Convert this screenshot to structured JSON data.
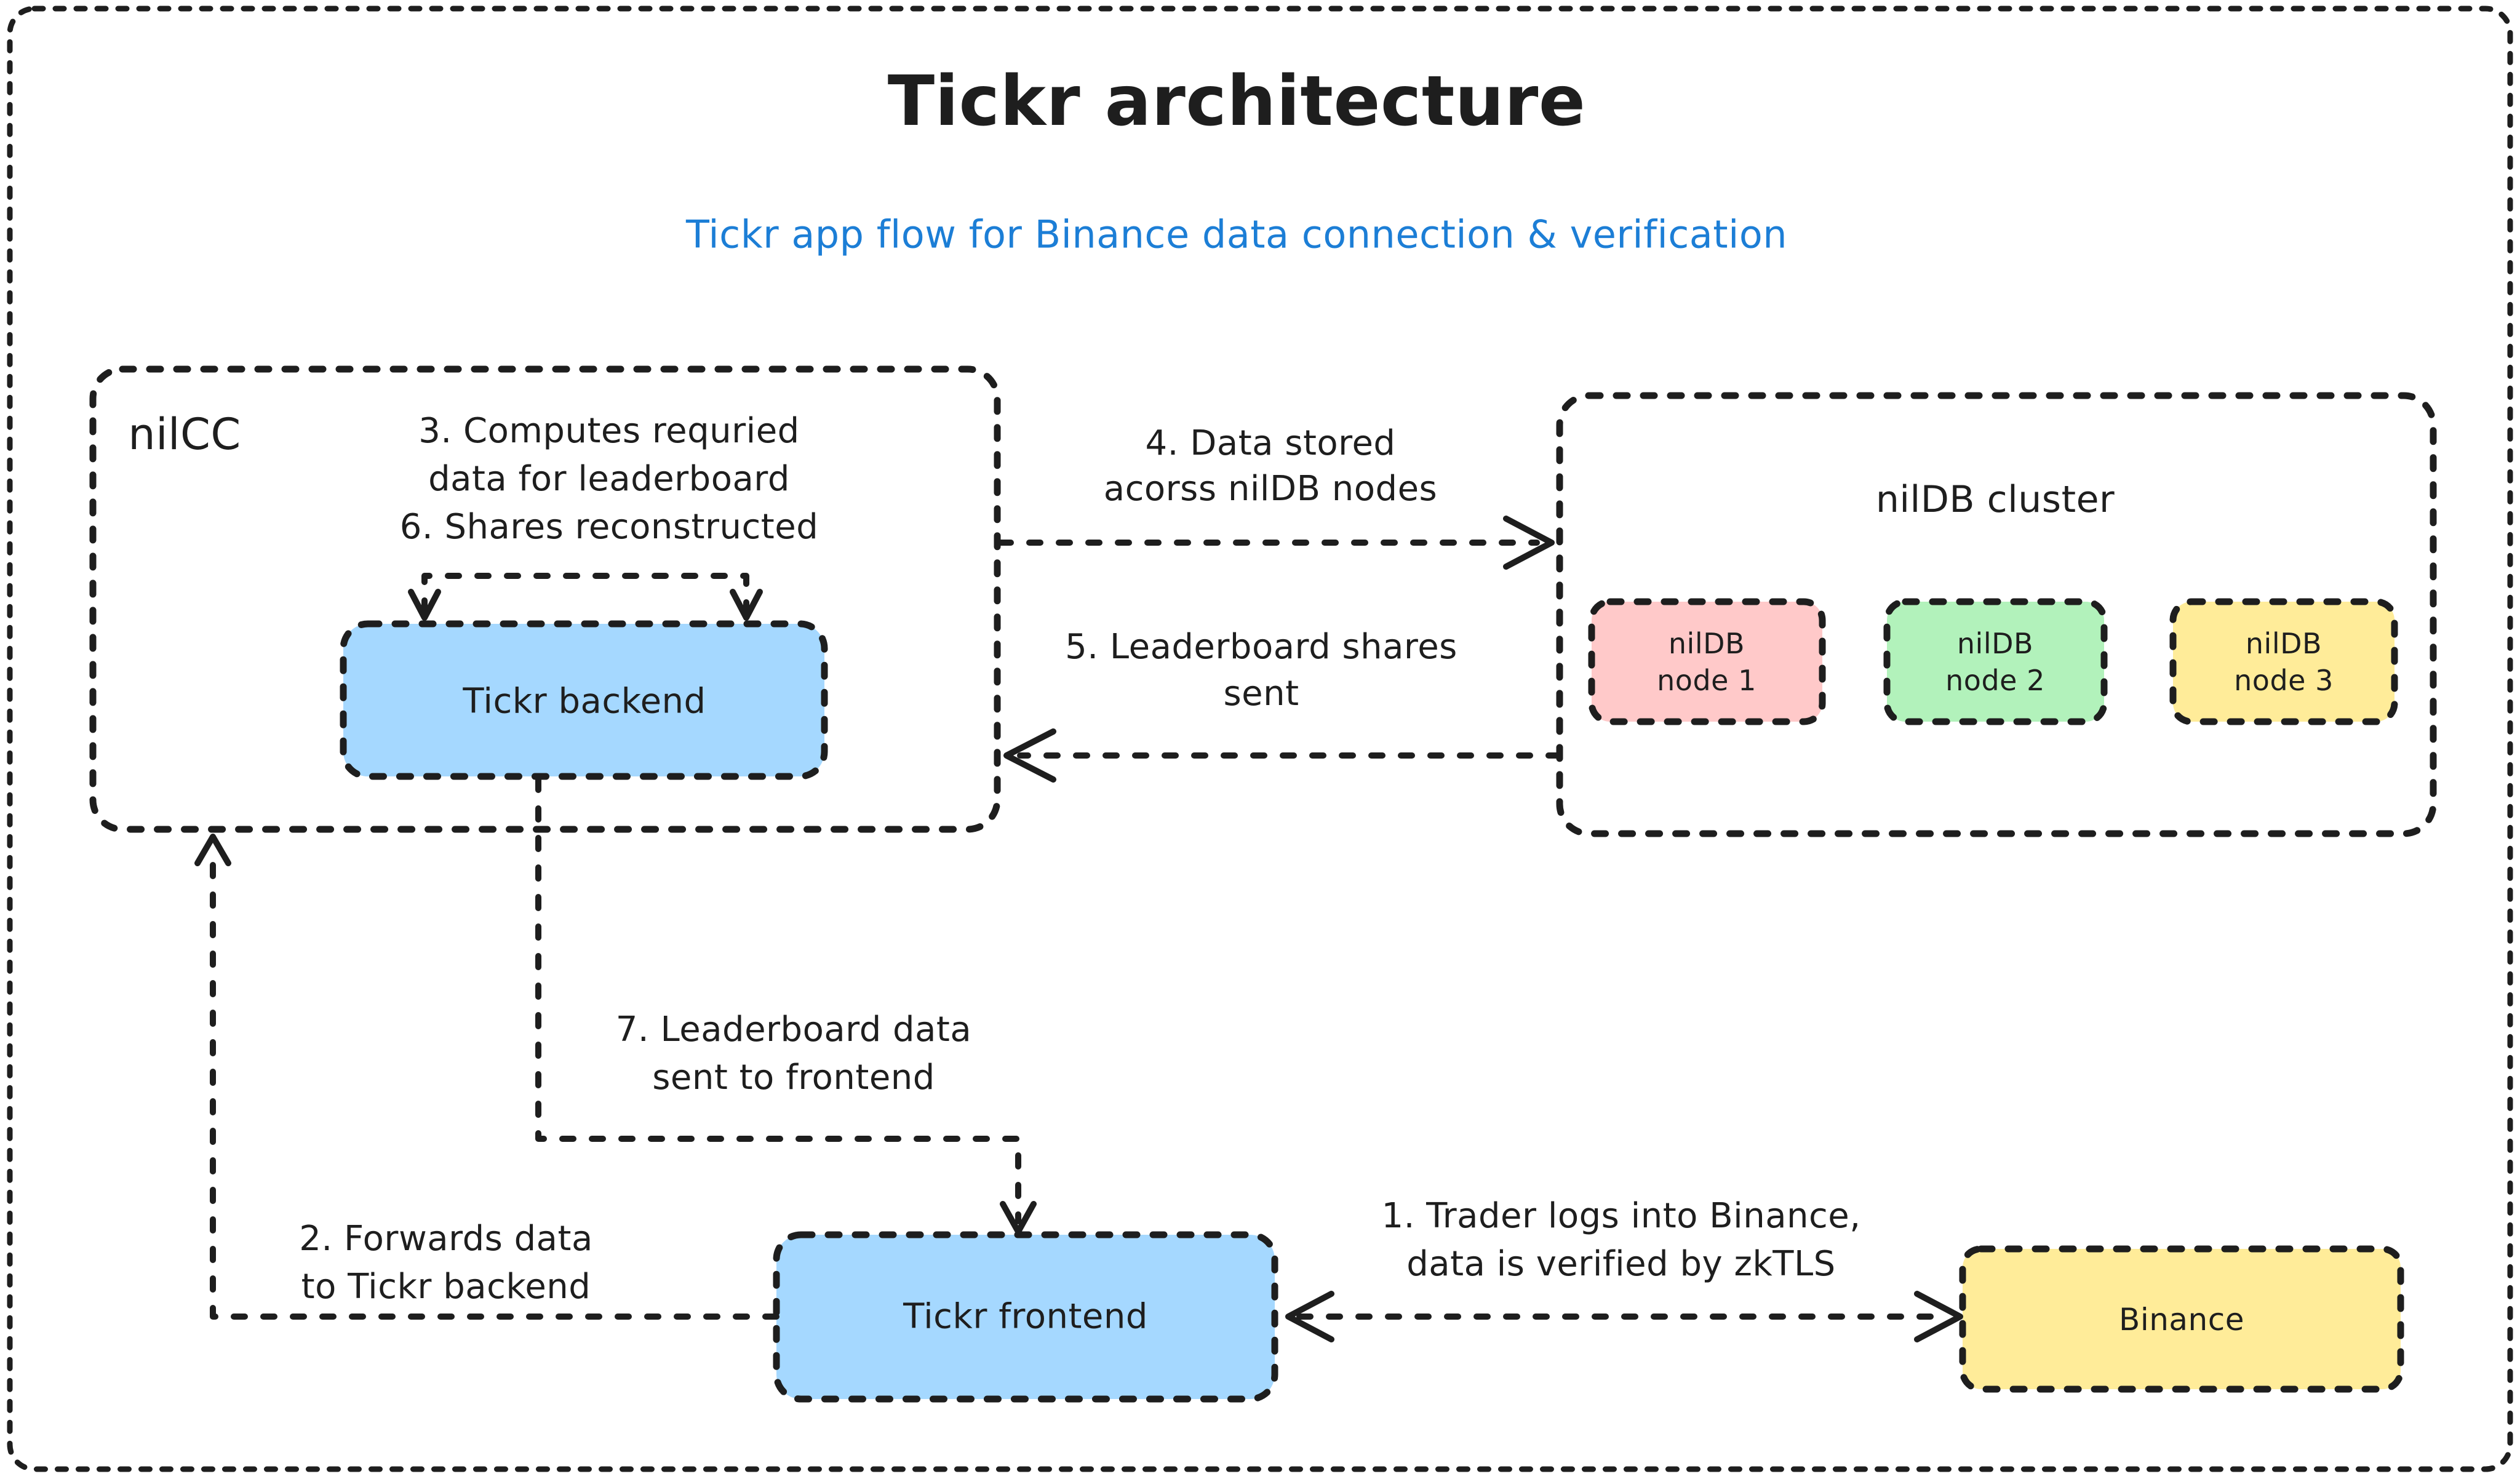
{
  "title": "Tickr architecture",
  "subtitle": "Tickr app flow for Binance data connection & verification",
  "colors": {
    "ink": "#1e1e1e",
    "subtitle_blue": "#1c7ed6",
    "box_blue": "#a5d8ff",
    "node_pink": "#ffc9c9",
    "node_green": "#b2f2bb",
    "node_yellow": "#ffec99",
    "binance_yellow": "#ffec99"
  },
  "nilcc": {
    "label": "nilCC",
    "steps": [
      "3. Computes requried",
      "data for leaderboard",
      "6. Shares reconstructed"
    ],
    "backend_label": "Tickr backend"
  },
  "nildb": {
    "title": "nilDB cluster",
    "nodes": [
      {
        "line1": "nilDB",
        "line2": "node 1",
        "color": "#ffc9c9"
      },
      {
        "line1": "nilDB",
        "line2": "node 2",
        "color": "#b2f2bb"
      },
      {
        "line1": "nilDB",
        "line2": "node 3",
        "color": "#ffec99"
      }
    ]
  },
  "frontend": {
    "label": "Tickr frontend"
  },
  "binance": {
    "label": "Binance"
  },
  "flows": {
    "f1": [
      "1. Trader logs into Binance,",
      "data is verified by zkTLS"
    ],
    "f2": [
      "2. Forwards data",
      "to Tickr backend"
    ],
    "f4": [
      "4. Data stored",
      "acorss nilDB nodes"
    ],
    "f5": [
      "5. Leaderboard shares",
      "sent"
    ],
    "f7": [
      "7. Leaderboard data",
      "sent to frontend"
    ]
  }
}
